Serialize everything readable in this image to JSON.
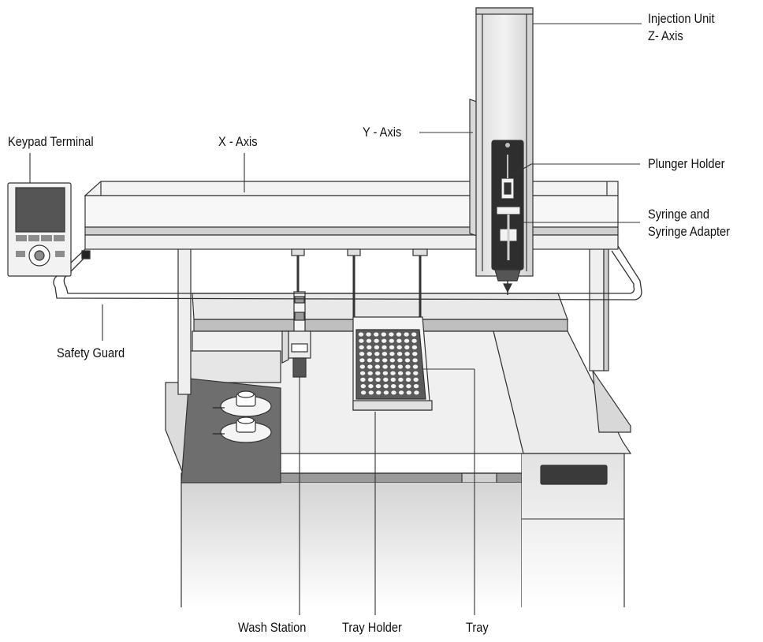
{
  "labels": {
    "injection_unit": "Injection Unit",
    "z_axis": "Z- Axis",
    "keypad_terminal": "Keypad Terminal",
    "x_axis": "X - Axis",
    "y_axis": "Y - Axis",
    "plunger_holder": "Plunger Holder",
    "syringe_and": "Syringe and",
    "syringe_adapter": "Syringe Adapter",
    "safety_guard": "Safety Guard",
    "wash_station": "Wash Station",
    "tray_holder": "Tray Holder",
    "tray": "Tray"
  }
}
